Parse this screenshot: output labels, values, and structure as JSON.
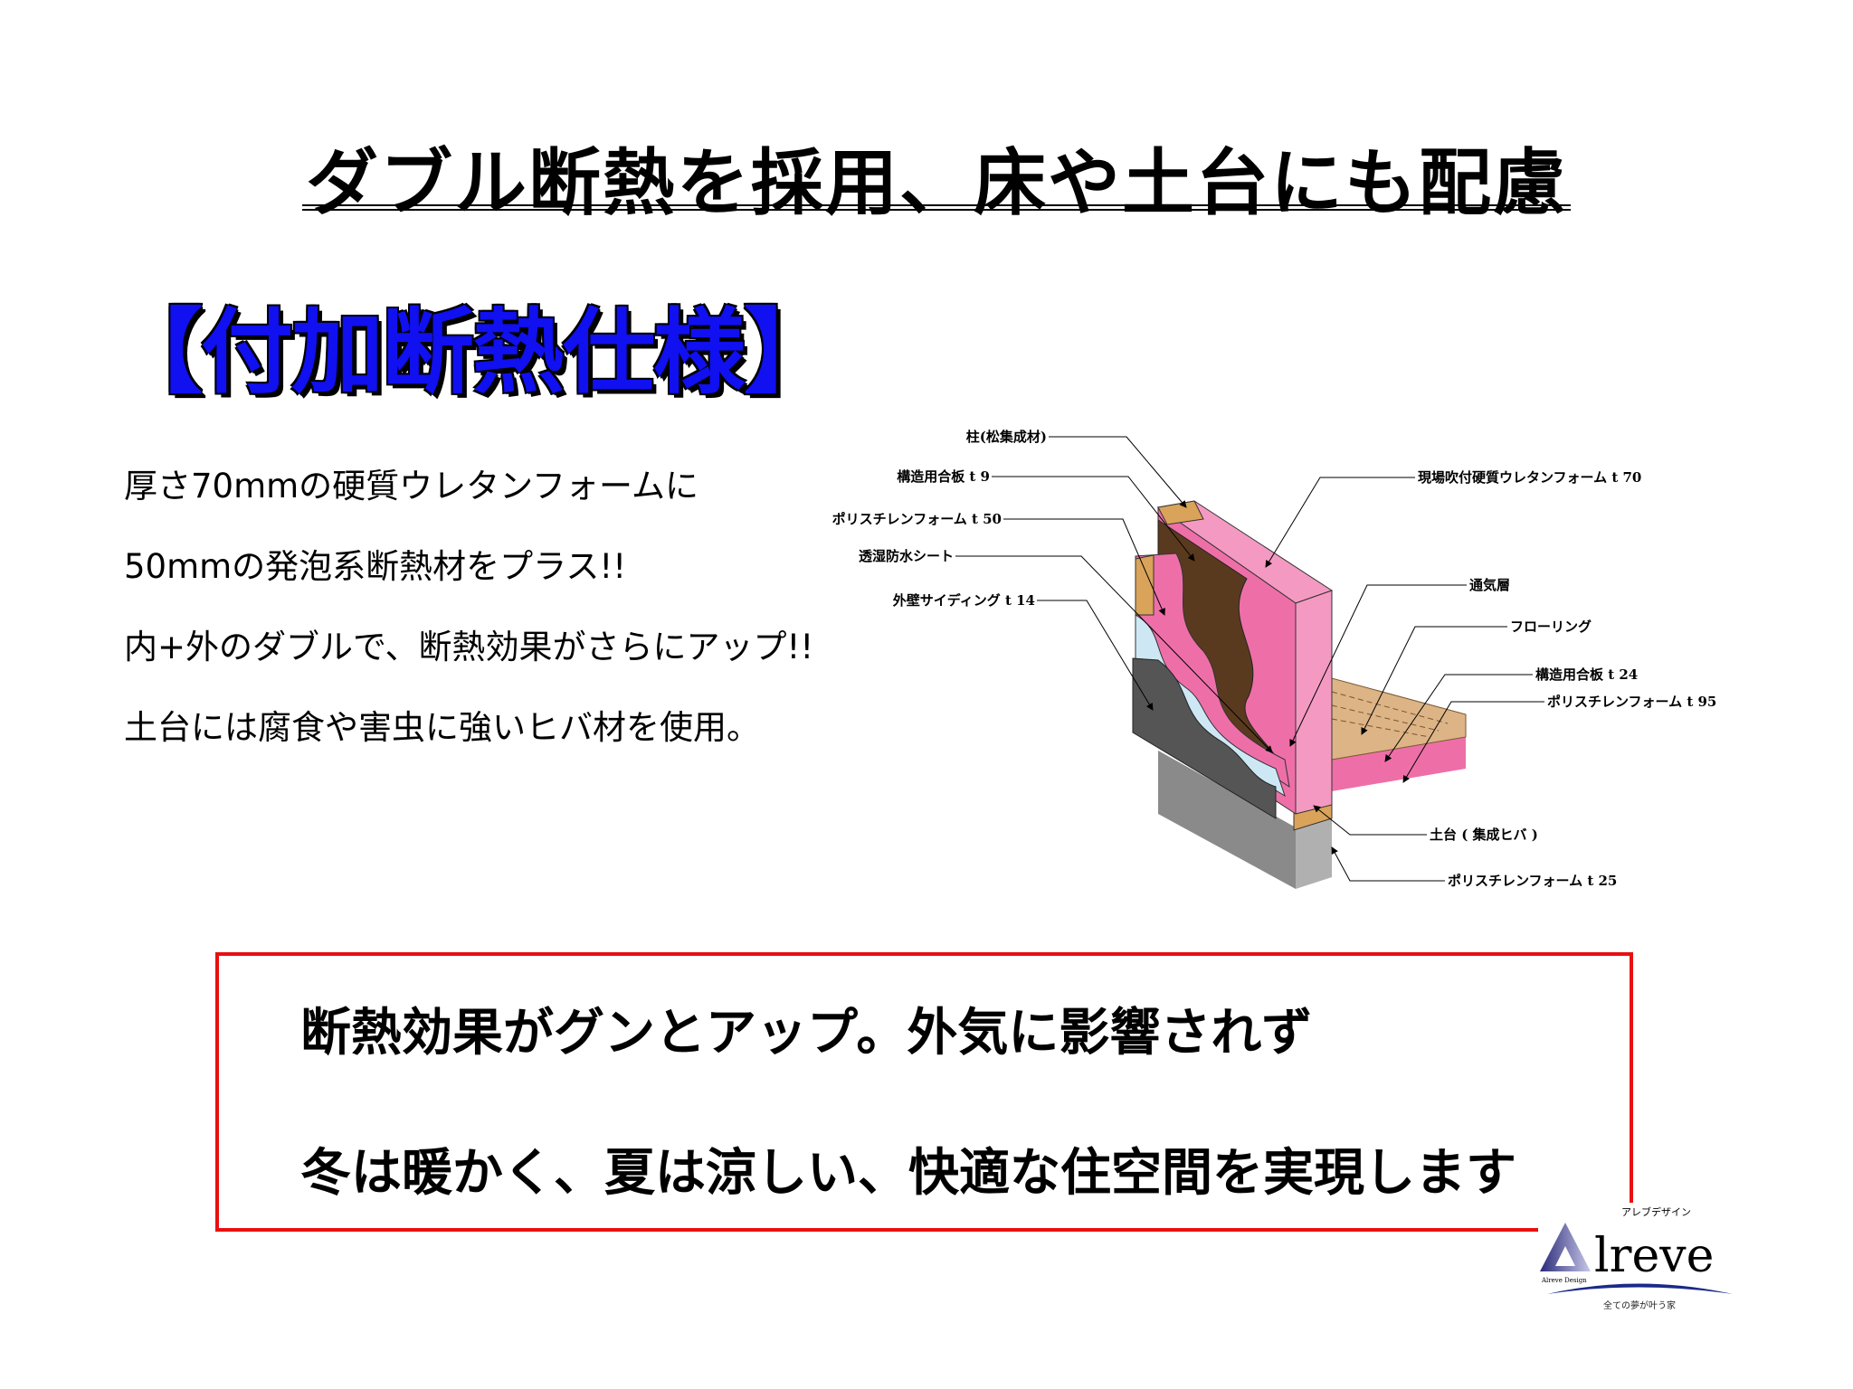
{
  "title": "ダブル断熱を採用、床や土台にも配慮",
  "subtitle": "【付加断熱仕様】",
  "body_lines": [
    "厚さ70mmの硬質ウレタンフォームに",
    "50mmの発泡系断熱材をプラス!!",
    "内+外のダブルで、断熱効果がさらにアップ!!",
    "土台には腐食や害虫に強いヒバ材を使用。"
  ],
  "diagram": {
    "labels_left": [
      "柱(松集成材)",
      "構造用合板 t 9",
      "ポリスチレンフォーム t 50",
      "透湿防水シート",
      "外壁サイディング t 14"
    ],
    "labels_right": [
      "現場吹付硬質ウレタンフォーム t 70",
      "通気層",
      "フローリング",
      "構造用合板 t 24",
      "ポリスチレンフォーム t 95",
      "土台 ( 集成ヒバ )",
      "ポリスチレンフォーム t 25"
    ]
  },
  "callout": {
    "lines": [
      "断熱効果がグンとアップ。外気に影響されず",
      "冬は暖かく、夏は涼しい、快適な住空間を実現します"
    ],
    "border_color": "#e81010"
  },
  "logo": {
    "name": "Alreve",
    "kana": "アレブデザイン",
    "sub": "Alreve Design",
    "tagline": "全ての夢が叶う家"
  },
  "colors": {
    "subtitle": "#1010f0",
    "foam_pink": "#ee6fa8",
    "plywood_brown": "#5a3a1e",
    "timber": "#d9a35a"
  }
}
